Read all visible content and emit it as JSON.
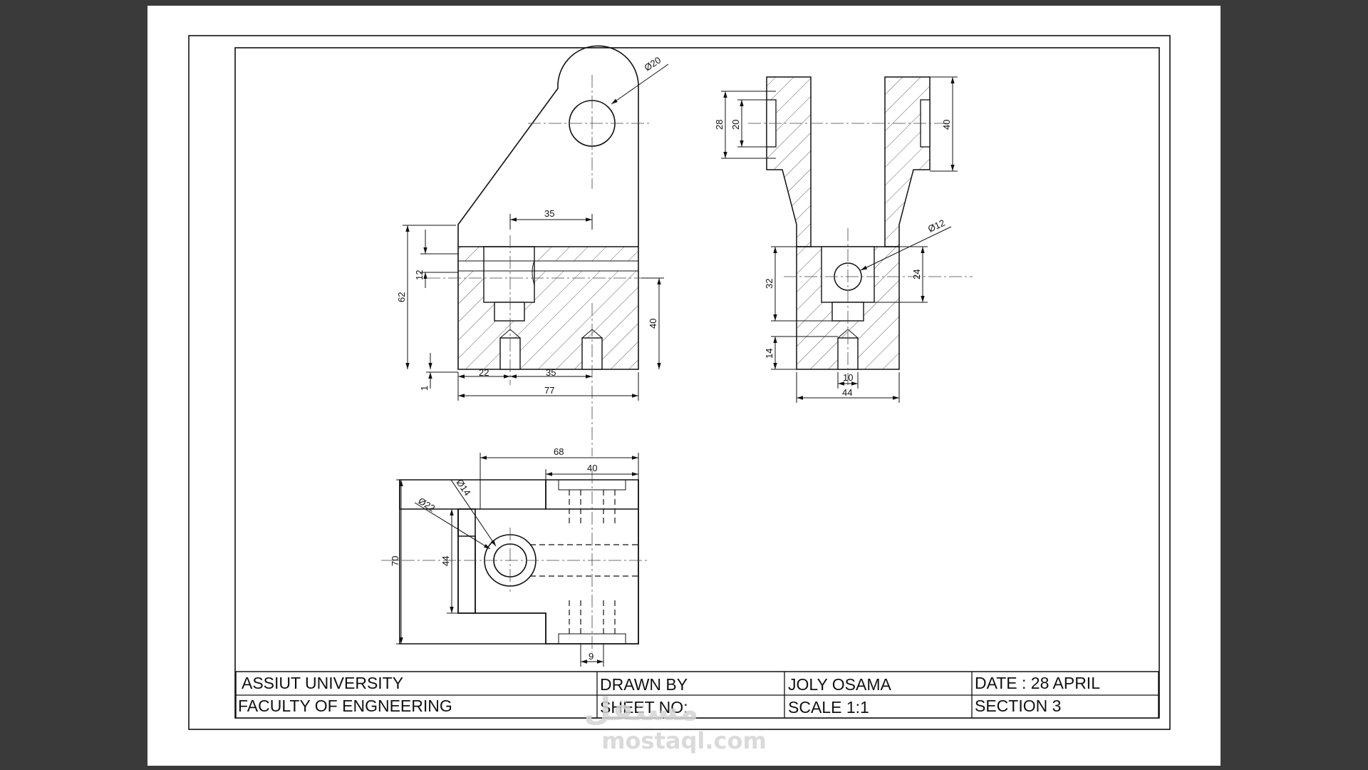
{
  "dimensions": {
    "front": {
      "hole_dia": "Ø20",
      "top_35": "35",
      "height_62": "62",
      "slot_12": "12",
      "height_40": "40",
      "base_1": "1",
      "spacing_22": "22",
      "spacing_35": "35",
      "width_77": "77"
    },
    "side": {
      "height_28": "28",
      "height_20": "20",
      "height_40": "40",
      "hole_dia": "Ø12",
      "height_32": "32",
      "height_24": "24",
      "height_14": "14",
      "width_10": "10",
      "width_44": "44"
    },
    "top": {
      "width_68": "68",
      "width_40": "40",
      "dia_14": "Ø14",
      "dia_22": "Ø22",
      "height_70": "70",
      "height_44": "44",
      "width_9": "9"
    }
  },
  "title_block": {
    "university": "ASSIUT UNIVERSITY",
    "faculty": "FACULTY OF ENGNEERING",
    "drawn_by_label": "DRAWN BY",
    "drawn_by_value": "JOLY OSAMA",
    "date": "DATE : 28 APRIL",
    "sheet_no_label": "SHEET NO:",
    "scale": "SCALE 1:1",
    "section": "SECTION 3"
  },
  "watermark": {
    "arabic": "مستقل",
    "latin": "mostaql.com"
  }
}
